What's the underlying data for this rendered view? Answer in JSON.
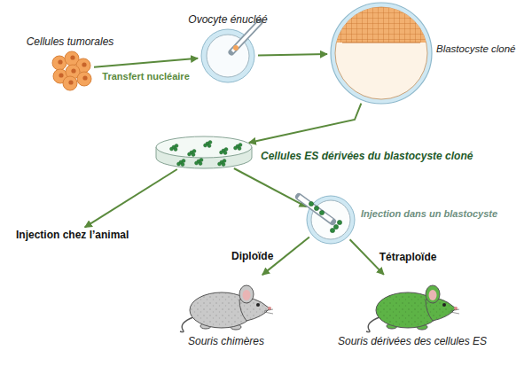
{
  "diagram": {
    "nodes": [
      {
        "text": [
          "Cellules tumorales"
        ]
      },
      {
        "text": [
          "Ovocyte énucléé"
        ]
      },
      {
        "text": [
          "Blastocyste cloné"
        ]
      },
      {
        "text": [
          "Cellules ES dérivées du blastocyste cloné"
        ]
      },
      {
        "text": [
          "Injection chez l’animal"
        ]
      },
      {
        "text": [
          "Injection dans un blastocyste"
        ]
      },
      {
        "text": [
          "Souris chimères"
        ]
      },
      {
        "text": [
          "Souris dérivées des cellules ES"
        ]
      }
    ],
    "edges": [
      {
        "from": 0,
        "to": 1,
        "arrow": "to",
        "label": "Transfert nucléaire"
      },
      {
        "from": 1,
        "to": 2,
        "arrow": "to"
      },
      {
        "from": 2,
        "to": 3,
        "arrow": "to"
      },
      {
        "from": 3,
        "to": 4,
        "arrow": "to"
      },
      {
        "from": 3,
        "to": 5,
        "arrow": "to"
      },
      {
        "from": 5,
        "to": 6,
        "arrow": "to",
        "label": "Diploïde"
      },
      {
        "from": 5,
        "to": 7,
        "arrow": "to",
        "label": "Tétraploïde"
      }
    ]
  }
}
